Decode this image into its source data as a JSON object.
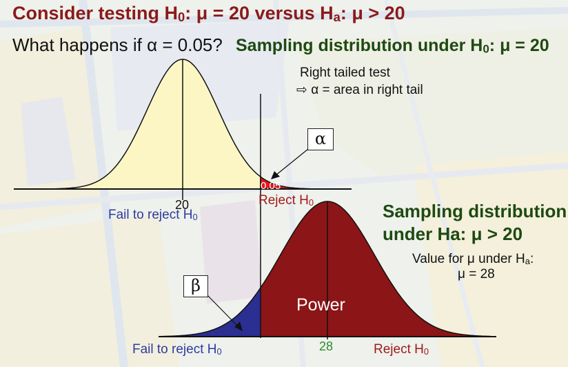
{
  "title": {
    "prefix": "Consider testing H",
    "sub0": "0",
    "mid": ": μ = 20 versus H",
    "suba": "a",
    "end": ": μ > 20"
  },
  "question": {
    "text": "What happens if α = 0.05?"
  },
  "h0_dist": {
    "title_prefix": "Sampling distribution under H",
    "title_sub": "0",
    "title_end": ": μ = 20",
    "center_label": "20",
    "alpha_value": "0.05",
    "fail_label": "Fail to reject H",
    "fail_sub": "0",
    "reject_label": "Reject H",
    "reject_sub": "0"
  },
  "test_note": {
    "line1": "Right tailed test",
    "line2_arrow": "⇨",
    "line2": "α = area in right tail"
  },
  "alpha_box": {
    "symbol": "α"
  },
  "beta_box": {
    "symbol": "β"
  },
  "ha_dist": {
    "title_line1": "Sampling distribution",
    "title_line2": "under Ha: μ > 20",
    "value_line1_prefix": "Value for μ under H",
    "value_line1_sub": "a",
    "value_line1_end": ":",
    "value_line2": "μ = 28",
    "center_label": "28",
    "power_label": "Power",
    "fail_label": "Fail to reject H",
    "fail_sub": "0",
    "reject_label": "Reject H",
    "reject_sub": "0"
  },
  "colors": {
    "title_red": "#8b1a1a",
    "h0_title_green": "#1e4a12",
    "label_blue": "#2e3b9e",
    "label_red": "#a11a1a",
    "null_fill": "#fbf6c4",
    "alpha_fill": "#e3171a",
    "power_fill": "#8c1517",
    "beta_fill": "#2b2f92",
    "mean28_green": "#2e8b2e"
  }
}
